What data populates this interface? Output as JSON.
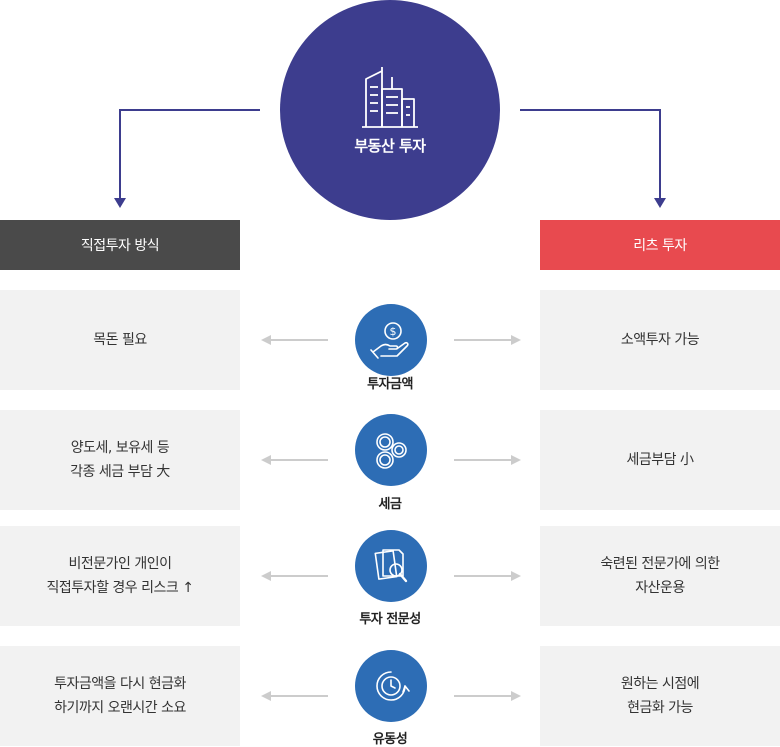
{
  "hub": {
    "title": "부동산 투자",
    "icon": "buildings-icon",
    "color": "#3d3d8e"
  },
  "left_header": {
    "label": "직접투자 방식",
    "color": "#4a4a4a"
  },
  "right_header": {
    "label": "리츠 투자",
    "color": "#e84a4f"
  },
  "rows": [
    {
      "category": "투자금액",
      "icon": "money-hand-icon",
      "left": "목돈 필요",
      "right": "소액투자 가능"
    },
    {
      "category": "세금",
      "icon": "coins-icon",
      "left": "양도세, 보유세 등\n각종 세금 부담 大",
      "right": "세금부담 小"
    },
    {
      "category": "투자 전문성",
      "icon": "document-search-icon",
      "left": "비전문가인 개인이\n직접투자할 경우 리스크 ↑",
      "right": "숙련된 전문가에 의한\n자산운용"
    },
    {
      "category": "유동성",
      "icon": "clock-cycle-icon",
      "left": "투자금액을 다시 현금화\n하기까지 오랜시간 소요",
      "right": "원하는 시점에\n현금화 가능"
    }
  ]
}
